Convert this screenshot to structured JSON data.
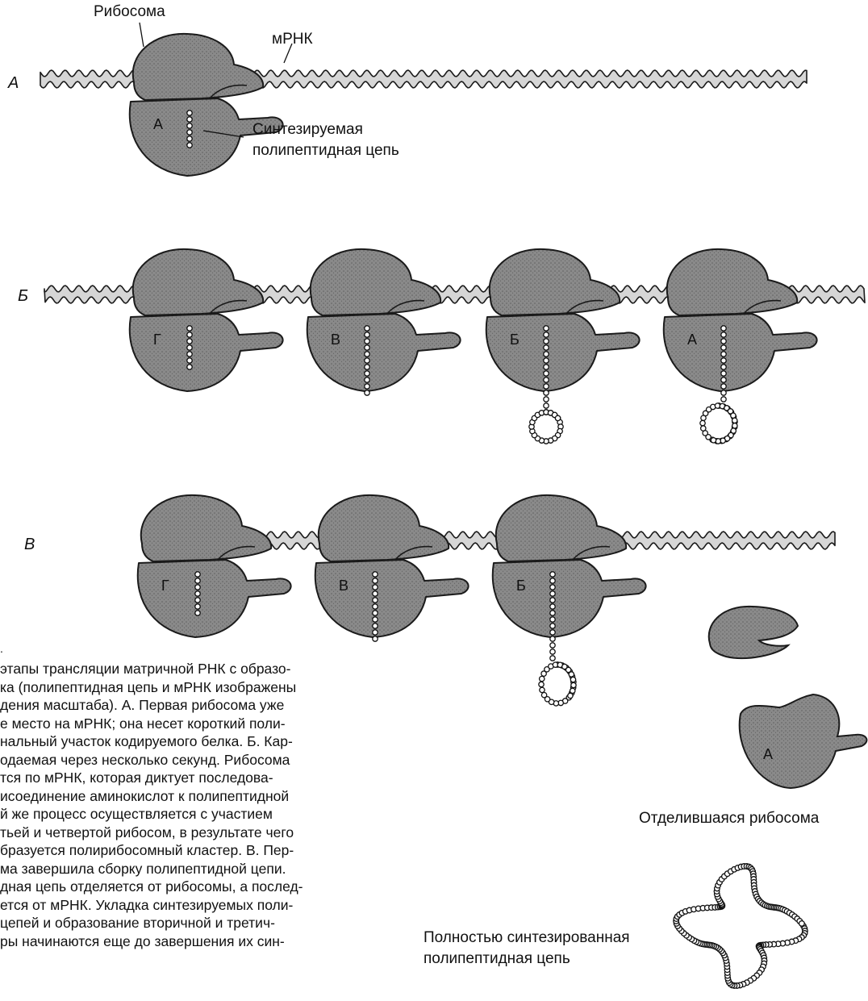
{
  "labels": {
    "ribosome": "Рибосома",
    "mrna": "мРНК",
    "chain": [
      "Синтезируемая",
      "полипептидная цепь"
    ],
    "detached": "Отделившаяся рибосома",
    "full_chain": [
      "Полностью синтезированная",
      "полипептидная цепь"
    ]
  },
  "rows": [
    "А",
    "Б",
    "В"
  ],
  "ribosome_letters": {
    "A": [
      "А"
    ],
    "B": [
      "Г",
      "В",
      "Б",
      "А"
    ],
    "C": [
      "Г",
      "В",
      "Б"
    ],
    "detached": "А"
  },
  "caption": {
    "marker": ".",
    "lines": [
      "этапы трансляции матричной РНК с образо-",
      "ка (полипептидная цепь и мРНК изображены",
      "дения масштаба). А. Первая рибосома уже",
      "е место на мРНК; она несет короткий поли-",
      "нальный участок кодируемого белка. Б. Кар-",
      "одаемая через несколько секунд. Рибосома",
      "тся по мРНК, которая диктует последова-",
      "исоединение аминокислот к полипептидной",
      "й же процесс осуществляется с участием",
      "тьей и четвертой рибосом, в результате чего",
      "бразуется полирибосомный кластер. В. Пер-",
      "ма завершила сборку полипептидной цепи.",
      "дная цепь отделяется от рибосомы, а послед-",
      "ется от мРНК. Укладка синтезируемых поли-",
      "цепей и образование вторичной и третич-",
      "ры начинаются еще до завершения их син-"
    ]
  },
  "colors": {
    "ribosome_fill": "#8a8a8a",
    "ribosome_edge": "#1a1a1a",
    "mrna_fill": "#d6d6d6"
  }
}
